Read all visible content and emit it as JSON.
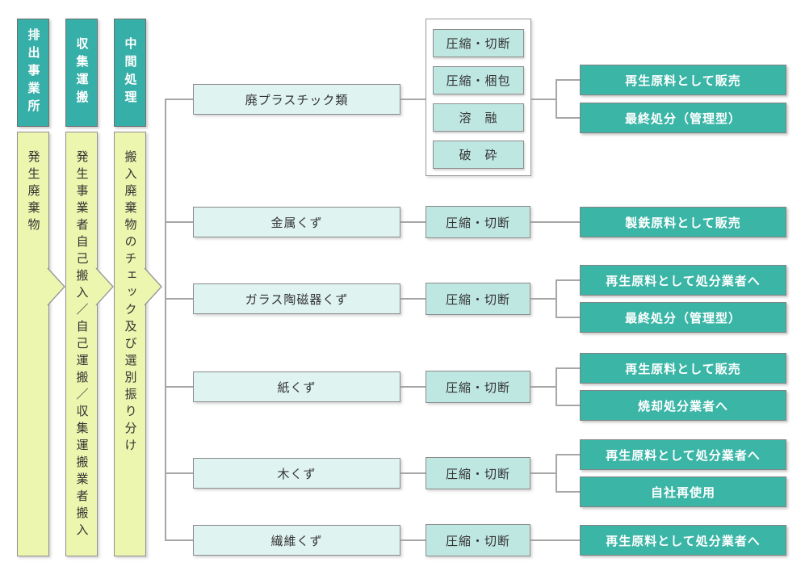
{
  "stages": [
    {
      "header": "排出事業所",
      "body": "発生廃棄物"
    },
    {
      "header": "収集運搬",
      "body": "発生事業者自己搬入／自己運搬／収集運搬業者搬入"
    },
    {
      "header": "中間処理",
      "body": "搬入廃棄物のチェック及び選別振り分け"
    }
  ],
  "rows": [
    {
      "category": "廃プラスチック類",
      "processes": [
        "圧縮・切断",
        "圧縮・梱包",
        "溶　融",
        "破　砕"
      ],
      "outputs": [
        "再生原料として販売",
        "最終処分（管理型）"
      ]
    },
    {
      "category": "金属くず",
      "processes": [
        "圧縮・切断"
      ],
      "outputs": [
        "製鉄原料として販売"
      ]
    },
    {
      "category": "ガラス陶磁器くず",
      "processes": [
        "圧縮・切断"
      ],
      "outputs": [
        "再生原料として処分業者へ",
        "最終処分（管理型）"
      ]
    },
    {
      "category": "紙くず",
      "processes": [
        "圧縮・切断"
      ],
      "outputs": [
        "再生原料として販売",
        "焼却処分業者へ"
      ]
    },
    {
      "category": "木くず",
      "processes": [
        "圧縮・切断"
      ],
      "outputs": [
        "再生原料として処分業者へ",
        "自社再使用"
      ]
    },
    {
      "category": "繊維くず",
      "processes": [
        "圧縮・切断"
      ],
      "outputs": [
        "再生原料として処分業者へ"
      ]
    }
  ],
  "colors": {
    "stage_header_fill": "#35afa7",
    "stage_body_fill": "#edf6ae",
    "category_fill": "#dff3f1",
    "process_fill": "#bfe7e2",
    "output_fill": "#3ab5a6",
    "connector_line": "#a6a6a6",
    "dark_text": "#333333",
    "light_text": "#ffffff"
  }
}
